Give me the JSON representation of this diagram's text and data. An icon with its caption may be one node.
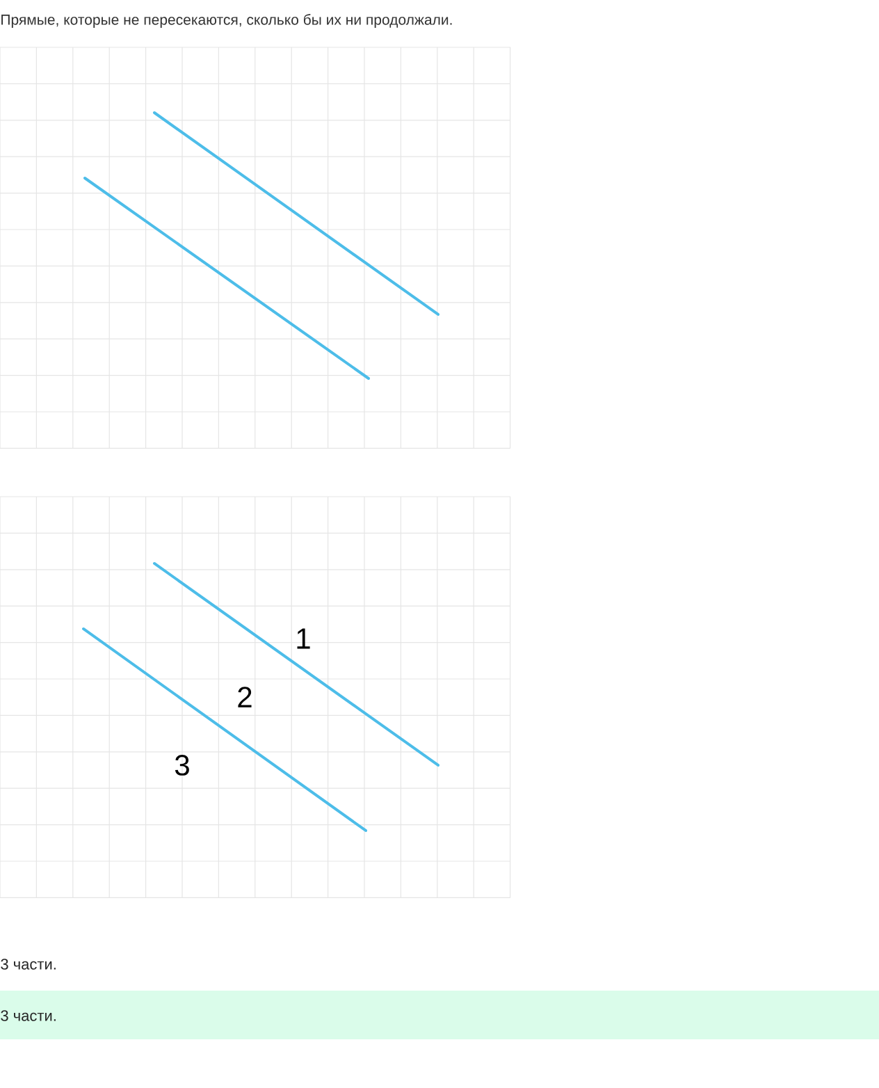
{
  "diagram": {
    "title": "Прямые, которые не пересекаются, сколько бы их ни продолжали.",
    "labels": [
      "1",
      "2",
      "3",
      "3 части.",
      "3 части."
    ]
  }
}
